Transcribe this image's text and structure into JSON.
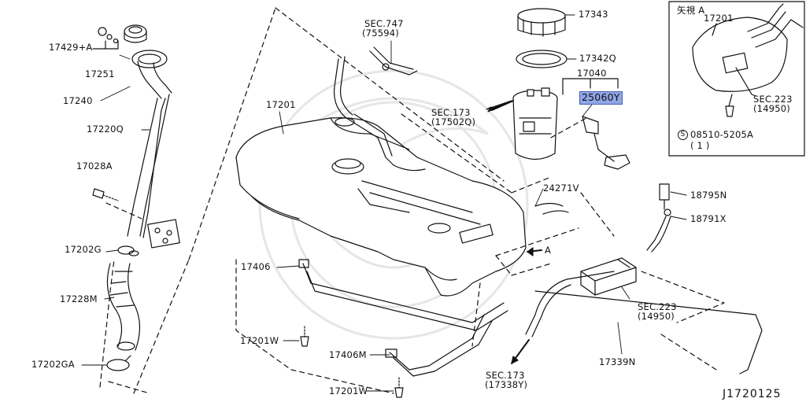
{
  "labels": {
    "p17343": "17343",
    "p17342q": "17342Q",
    "p17040": "17040",
    "p25060y": "25060Y",
    "sec173_top_a": "SEC.173",
    "sec173_top_b": "(17502Q)",
    "sec747_a": "SEC.747",
    "sec747_b": "(75594)",
    "p17429a": "17429+A",
    "p17251": "17251",
    "p17240": "17240",
    "p17220q": "17220Q",
    "p17028a": "17028A",
    "p17202g": "17202G",
    "p17228m": "17228M",
    "p17202ga": "17202GA",
    "p17201": "17201",
    "p24271v": "24271V",
    "p18795n": "18795N",
    "p18791x": "18791X",
    "arrow_a": "A",
    "p17406": "17406",
    "p17201w_1": "17201W",
    "p17406m": "17406M",
    "p17201w_2": "17201W",
    "sec223_a": "SEC.223",
    "sec223_b": "(14950)",
    "p17339n": "17339N",
    "sec173_bot_a": "SEC.173",
    "sec173_bot_b": "(17338Y)",
    "diagram_code": "J1720125"
  },
  "inset": {
    "view_label": "矢視 A",
    "p17201": "17201",
    "sec223_a": "SEC.223",
    "sec223_b": "(14950)",
    "screw_symbol": "S",
    "screw_part": "08510-5205A",
    "screw_qty": "( 1 )"
  },
  "colors": {
    "highlight": "#8fa6e6",
    "line": "#111111",
    "watermark": "#e6e6e6"
  }
}
